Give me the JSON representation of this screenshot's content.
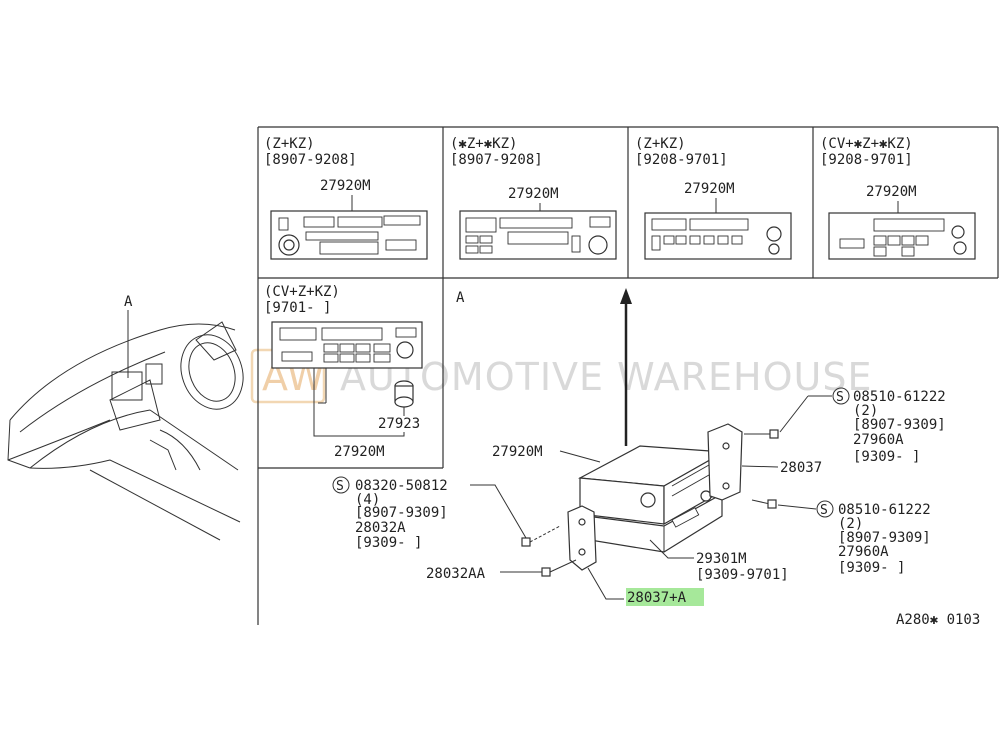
{
  "panels": [
    {
      "variant": "(Z+KZ)",
      "range": "[8907-9208]",
      "part": "27920M"
    },
    {
      "variant": "(✱Z+✱KZ)",
      "range": "[8907-9208]",
      "part": "27920M"
    },
    {
      "variant": "(Z+KZ)",
      "range": "[9208-9701]",
      "part": "27920M"
    },
    {
      "variant": "(CV+✱Z+✱KZ)",
      "range": "[9208-9701]",
      "part": "27920M"
    },
    {
      "variant": "(CV+Z+KZ)",
      "range": "[9701-    ]",
      "part": "27920M",
      "knob_part": "27923"
    }
  ],
  "view_label_a": "A",
  "detail_label_a": "A",
  "main": {
    "radio_part": "27920M",
    "bracket_right": "28037",
    "screw_right_top": {
      "symbol": "S",
      "part": "08510-61222",
      "qty": "(2)",
      "range1": "[8907-9309]",
      "alt_part": "27960A",
      "range2": "[9309-    ]"
    },
    "screw_right_bottom": {
      "symbol": "S",
      "part": "08510-61222",
      "qty": "(2)",
      "range1": "[8907-9309]",
      "alt_part": "27960A",
      "range2": "[9309-    ]"
    },
    "screw_left": {
      "symbol": "S",
      "part": "08320-50812",
      "qty": "(4)",
      "range1": "[8907-9309]",
      "alt_part": "28032A",
      "range2": "[9309-    ]"
    },
    "screw_left_bottom": "28032AA",
    "lower_unit": {
      "part": "29301M",
      "range": "[9309-9701]"
    },
    "bracket_left": "28037+A",
    "diagram_code": "A280✱ 0103"
  },
  "watermark": {
    "logo": "AW",
    "text": "AUTOMOTIVE WAREHOUSE"
  },
  "colors": {
    "highlight": "#a6e89a",
    "line": "#333333"
  }
}
